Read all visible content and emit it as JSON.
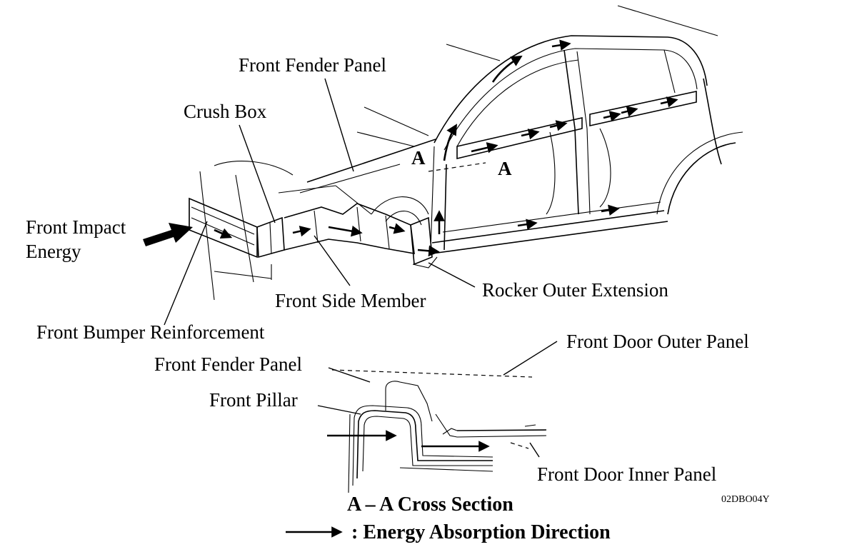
{
  "labels": {
    "front_fender_panel": "Front Fender Panel",
    "crush_box": "Crush Box",
    "front_impact_energy_line1": "Front Impact",
    "front_impact_energy_line2": "Energy",
    "front_side_member": "Front Side Member",
    "rocker_outer_extension": "Rocker Outer Extension",
    "front_bumper_reinforcement": "Front Bumper Reinforcement",
    "section_marker_left": "A",
    "section_marker_right": "A",
    "front_door_outer_panel": "Front Door Outer Panel",
    "front_fender_panel_section": "Front Fender Panel",
    "front_pillar": "Front Pillar",
    "front_door_inner_panel": "Front Door Inner Panel"
  },
  "section_title": "A – A Cross Section",
  "figure_code": "02DBO04Y",
  "legend": {
    "text": ": Energy Absorption Direction"
  }
}
